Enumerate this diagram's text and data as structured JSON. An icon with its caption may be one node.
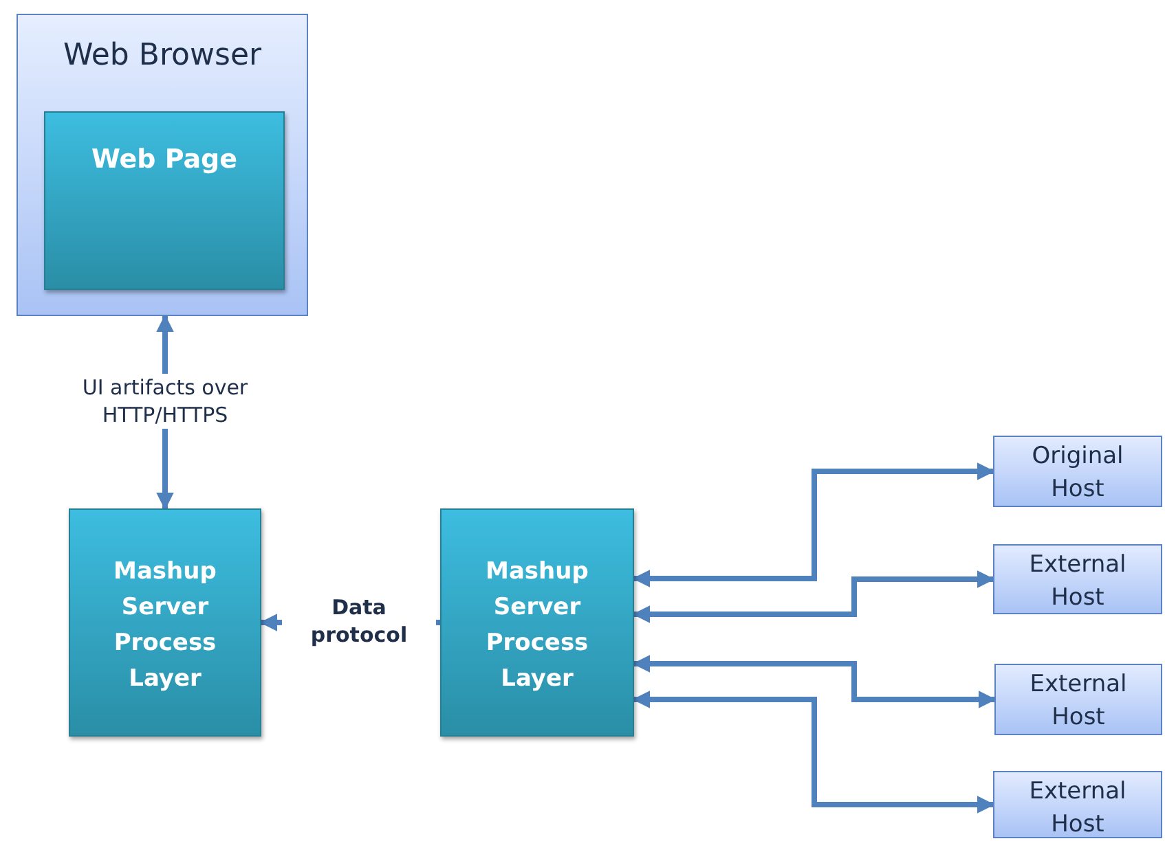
{
  "diagram": {
    "nodes": [
      {
        "text": [
          "Web Browser"
        ]
      },
      {
        "text": [
          "Web Page"
        ],
        "in": 0
      },
      {
        "text": [
          "Mashup Server Process Layer"
        ]
      },
      {
        "text": [
          "Mashup Server Process Layer"
        ]
      },
      {
        "text": [
          "Original Host"
        ]
      },
      {
        "text": [
          "External Host"
        ]
      },
      {
        "text": [
          "External Host"
        ]
      },
      {
        "text": [
          "External Host"
        ]
      }
    ],
    "edges": [
      {
        "from": 2,
        "to": 0,
        "arrow": "both",
        "label": "UI artifacts over HTTP/HTTPS"
      },
      {
        "from": 2,
        "to": 3,
        "arrow": "both",
        "label": "Data protocol"
      },
      {
        "from": 3,
        "to": 4,
        "arrow": "both"
      },
      {
        "from": 3,
        "to": 5,
        "arrow": "both"
      },
      {
        "from": 3,
        "to": 6,
        "arrow": "both"
      },
      {
        "from": 3,
        "to": 7,
        "arrow": "both"
      }
    ]
  }
}
